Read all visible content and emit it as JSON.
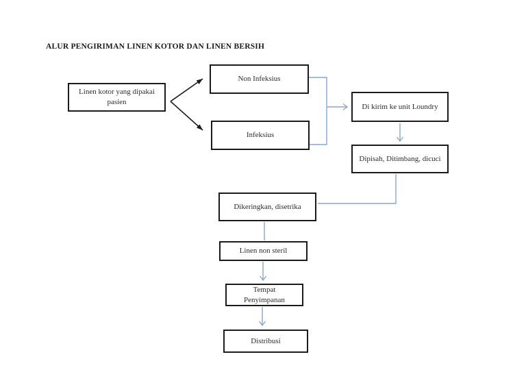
{
  "title": "ALUR PENGIRIMAN LINEN KOTOR DAN LINEN BERSIH",
  "colors": {
    "background": "#ffffff",
    "box_border": "#1a1a1a",
    "text": "#2b2b2b",
    "connector_black": "#1a1a1a",
    "connector_blue": "#87a5cf"
  },
  "nodes": {
    "linen_kotor": {
      "label": "Linen kotor yang dipakai pasien"
    },
    "non_infeksius": {
      "label": "Non Infeksius"
    },
    "infeksius": {
      "label": "Infeksius"
    },
    "kirim_loundry": {
      "label": "Di kirim ke unit Loundry"
    },
    "dipisah": {
      "label": "Dipisah, Ditimbang, dicuci"
    },
    "dikeringkan": {
      "label": "Dikeringkan, disetrika"
    },
    "linen_non_steril": {
      "label": "Linen non steril"
    },
    "tempat_penyimpanan": {
      "label": "Tempat Penyimpanan"
    },
    "distribusi": {
      "label": "Distribusi"
    }
  },
  "edges": [
    {
      "from": "linen_kotor",
      "to": "non_infeksius",
      "color": "black",
      "arrowhead": true
    },
    {
      "from": "linen_kotor",
      "to": "infeksius",
      "color": "black",
      "arrowhead": true
    },
    {
      "from": "non_infeksius",
      "to": "kirim_loundry",
      "color": "blue",
      "arrowhead": true
    },
    {
      "from": "infeksius",
      "to": "kirim_loundry",
      "color": "blue",
      "arrowhead": true
    },
    {
      "from": "kirim_loundry",
      "to": "dipisah",
      "color": "blue",
      "arrowhead": true
    },
    {
      "from": "dipisah",
      "to": "dikeringkan",
      "color": "blue",
      "arrowhead": false
    },
    {
      "from": "dikeringkan",
      "to": "linen_non_steril",
      "color": "blue",
      "arrowhead": false
    },
    {
      "from": "linen_non_steril",
      "to": "tempat_penyimpanan",
      "color": "blue",
      "arrowhead": true
    },
    {
      "from": "tempat_penyimpanan",
      "to": "distribusi",
      "color": "blue",
      "arrowhead": true
    }
  ]
}
